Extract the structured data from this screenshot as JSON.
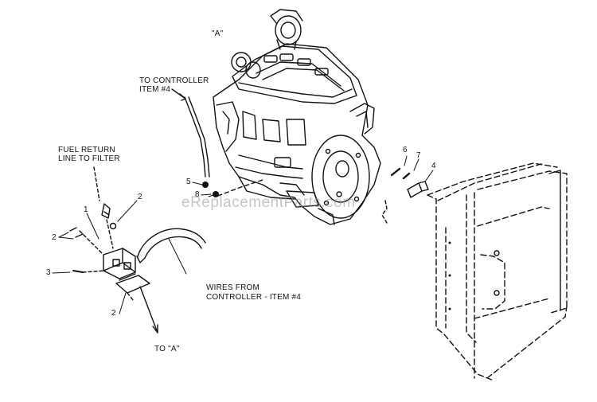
{
  "labels": {
    "a_top": "\"A\"",
    "to_controller_1": "TO CONTROLLER",
    "to_controller_2": "ITEM #4",
    "fuel_return_1": "FUEL RETURN",
    "fuel_return_2": "LINE TO FILTER",
    "wires_1": "WIRES FROM",
    "wires_2": "CONTROLLER - ITEM #4",
    "to_a": "TO \"A\""
  },
  "callouts": {
    "n1": "1",
    "n2_top": "2",
    "n2_left": "2",
    "n2_bottom": "2",
    "n3": "3",
    "n4": "4",
    "n5": "5",
    "n6": "6",
    "n7": "7",
    "n8": "8"
  },
  "watermark": "eReplacementParts.com",
  "colors": {
    "ink": "#111111",
    "watermark": "#9a9a9a"
  }
}
